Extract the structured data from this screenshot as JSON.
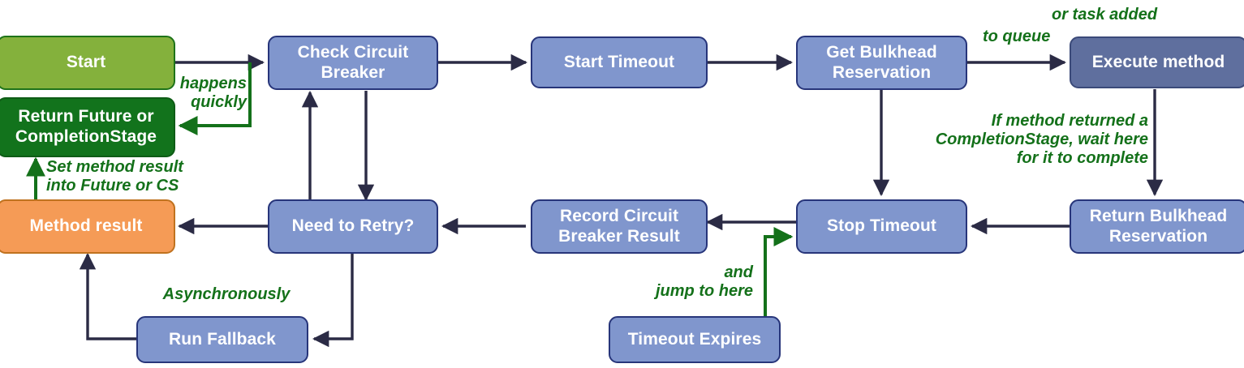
{
  "diagram": {
    "title": "Fault tolerance method invocation flow",
    "colors": {
      "blue": "#8096cd",
      "blue_dark": "#5f6f9e",
      "green_light": "#84b13c",
      "green_dark": "#12731c",
      "orange": "#f59b56",
      "arrow_dark": "#2b2b45",
      "arrow_green": "#14711a",
      "label_green": "#14711a"
    },
    "nodes": [
      {
        "id": "start",
        "label": "Start",
        "style": "green-light"
      },
      {
        "id": "return-future",
        "label": "Return Future or\nCompletionStage",
        "style": "green-dark"
      },
      {
        "id": "method-result",
        "label": "Method result",
        "style": "orange"
      },
      {
        "id": "check-cb",
        "label": "Check Circuit\nBreaker",
        "style": "blue"
      },
      {
        "id": "start-timeout",
        "label": "Start Timeout",
        "style": "blue"
      },
      {
        "id": "get-bulkhead",
        "label": "Get Bulkhead\nReservation",
        "style": "blue"
      },
      {
        "id": "execute-method",
        "label": "Execute method",
        "style": "blue-dark"
      },
      {
        "id": "return-bulkhead",
        "label": "Return Bulkhead\nReservation",
        "style": "blue"
      },
      {
        "id": "stop-timeout",
        "label": "Stop Timeout",
        "style": "blue"
      },
      {
        "id": "record-cb",
        "label": "Record Circuit\nBreaker Result",
        "style": "blue"
      },
      {
        "id": "need-retry",
        "label": "Need to Retry?",
        "style": "blue"
      },
      {
        "id": "run-fallback",
        "label": "Run Fallback",
        "style": "blue"
      },
      {
        "id": "timeout-expires",
        "label": "Timeout Expires",
        "style": "blue"
      }
    ],
    "annotations": [
      {
        "id": "happens-quickly",
        "text": "happens\nquickly"
      },
      {
        "id": "set-method-result",
        "text": "Set method result\ninto Future or CS"
      },
      {
        "id": "asynchronously",
        "text": "Asynchronously"
      },
      {
        "id": "and-jump-to-here",
        "text": "and\njump to here"
      },
      {
        "id": "or-task-added",
        "text": "or task added"
      },
      {
        "id": "to-queue",
        "text": "to queue"
      },
      {
        "id": "if-method-returned",
        "text": "If method returned a\nCompletionStage, wait here\nfor it to complete"
      }
    ]
  }
}
